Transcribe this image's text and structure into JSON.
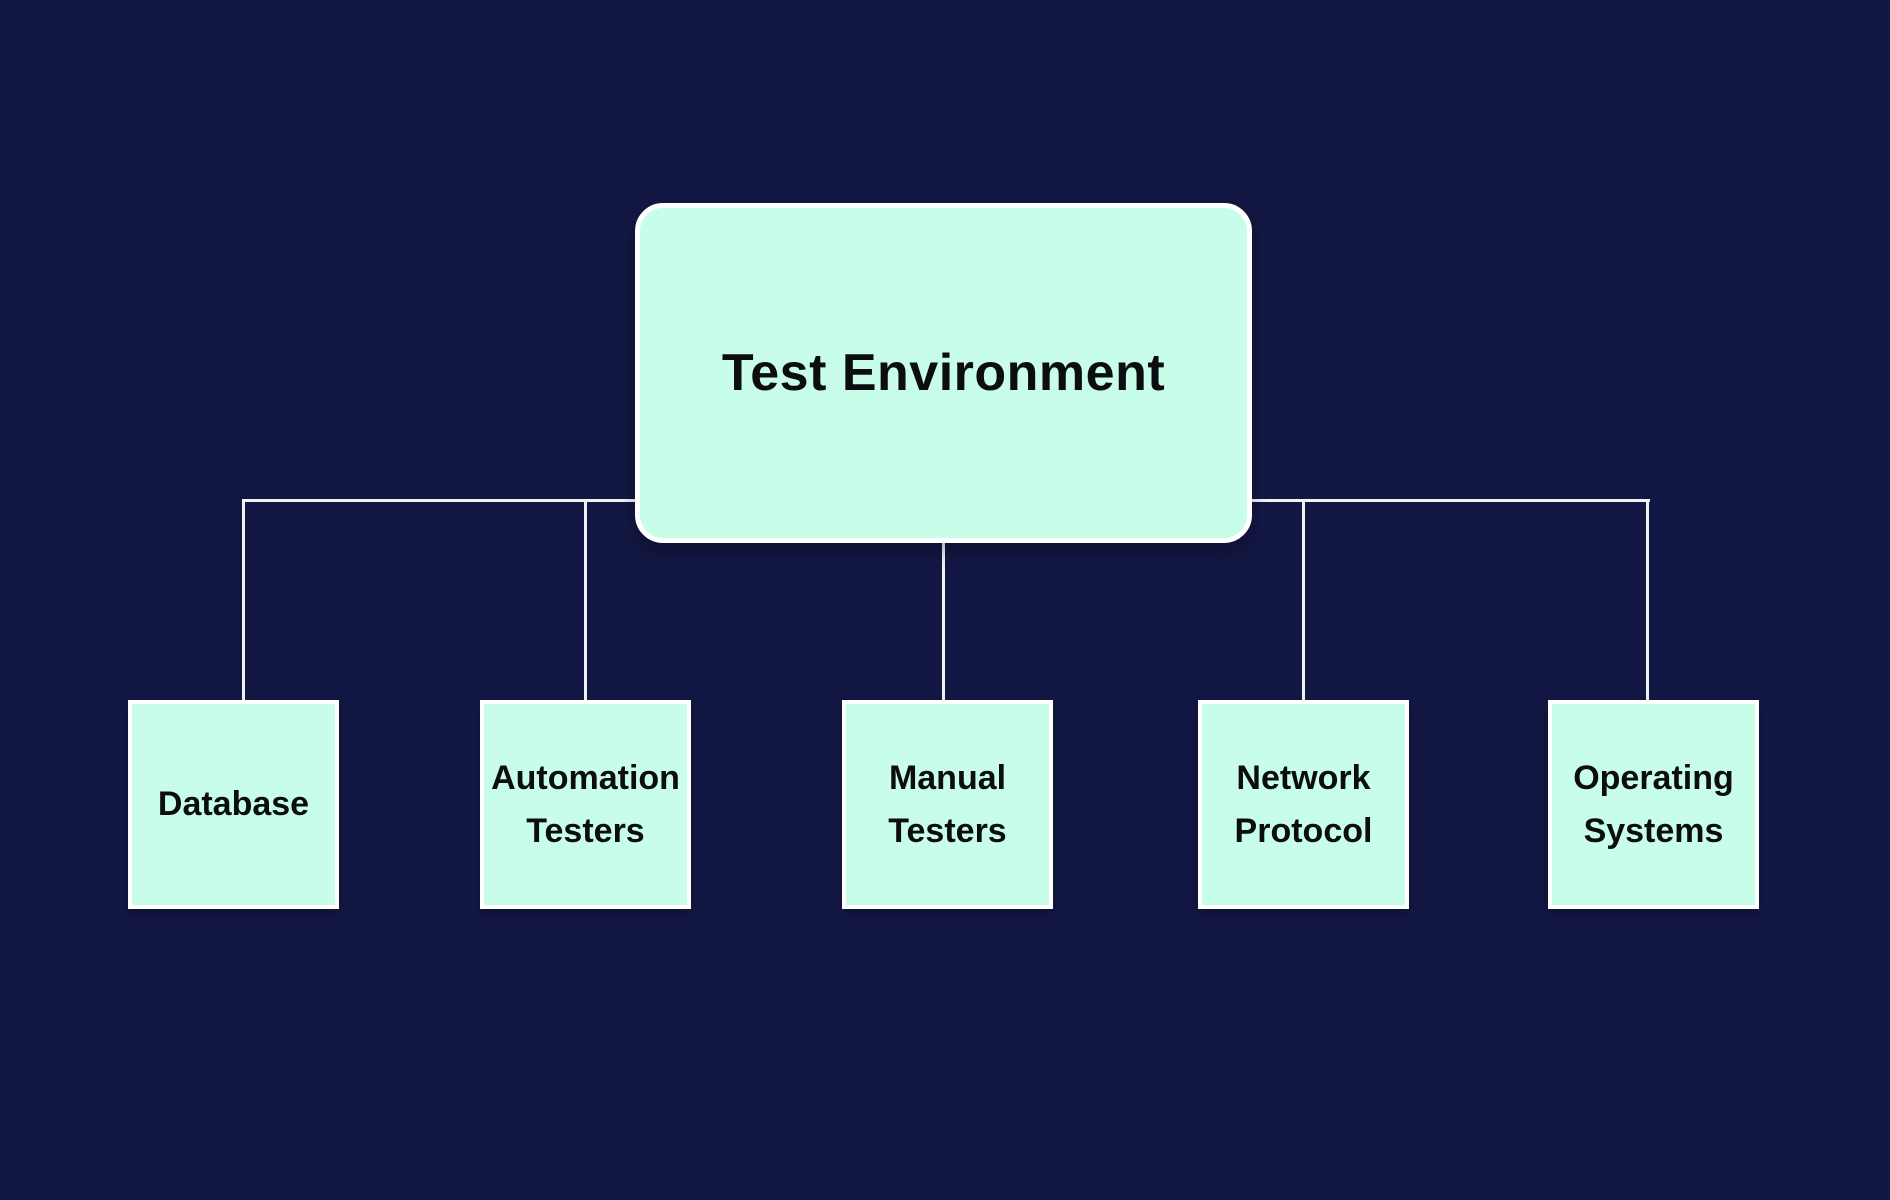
{
  "diagram": {
    "root": {
      "label": "Test Environment"
    },
    "children": [
      {
        "label": "Database"
      },
      {
        "label": "Automation Testers"
      },
      {
        "label": "Manual Testers"
      },
      {
        "label": "Network Protocol"
      },
      {
        "label": "Operating Systems"
      }
    ],
    "colors": {
      "background": "#131743",
      "node_fill": "#c8fdea",
      "node_border": "#ffffff",
      "connector_line": "#f1f2f6",
      "text": "#0c0d10"
    }
  }
}
